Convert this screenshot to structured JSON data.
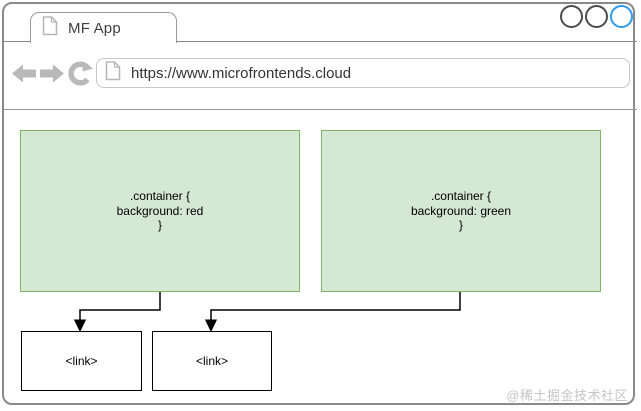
{
  "browser": {
    "tab": {
      "title": "MF App",
      "icon": "document-icon"
    },
    "window_controls": {
      "count": 3,
      "active_color": "#2d9bf0"
    },
    "toolbar": {
      "back_icon": "back-arrow-icon",
      "forward_icon": "forward-arrow-icon",
      "refresh_icon": "refresh-icon"
    },
    "address_bar": {
      "icon": "document-icon",
      "url": "https://www.microfrontends.cloud"
    }
  },
  "diagram": {
    "style_boxes": [
      {
        "code": ".container {\nbackground: red\n}"
      },
      {
        "code": ".container {\nbackground: green\n}"
      }
    ],
    "link_nodes": [
      {
        "label": "<link>"
      },
      {
        "label": "<link>"
      }
    ]
  },
  "watermark": "@稀土掘金技术社区",
  "colors": {
    "frame-border": "#8a8a8a",
    "line": "#9a9a9a",
    "green-fill": "#d5e8d4",
    "green-border": "#82b366",
    "blue-circle": "#2d9bf0",
    "gray-icon": "#b9b9b9",
    "watermark": "#c5c5c5",
    "text-dark": "#333333"
  }
}
